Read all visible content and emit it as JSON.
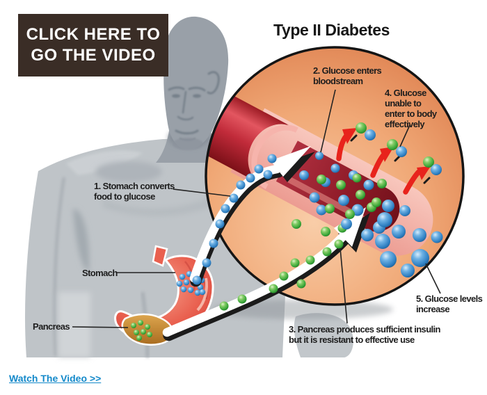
{
  "cta_button": {
    "lines": [
      "CLICK HERE TO",
      "GO THE VIDEO"
    ]
  },
  "diagram": {
    "title": "Type II Diabetes",
    "annotations": {
      "a1": {
        "lines": [
          "1. Stomach converts",
          "food to glucose"
        ]
      },
      "a2": {
        "lines": [
          "2. Glucose enters",
          "bloodstream"
        ]
      },
      "a3": {
        "lines": [
          "3. Pancreas produces sufficient insulin",
          "but it is resistant to effective use"
        ]
      },
      "a4": {
        "lines": [
          "4. Glucose",
          "unable to",
          "enter to body",
          "effectively"
        ]
      },
      "a5": {
        "lines": [
          "5. Glucose levels",
          "increase"
        ]
      }
    },
    "organ_labels": {
      "stomach": "Stomach",
      "pancreas": "Pancreas"
    }
  },
  "footer": {
    "watch_link": "Watch The Video >>"
  },
  "colors": {
    "cta_bg": "#3a2d26",
    "cta_text": "#ffffff",
    "link_blue": "#1389ca",
    "circle_border": "#151515",
    "circle_orange_light": "#f9cda8",
    "circle_orange_dark": "#dd7f4e",
    "vessel_red_bright": "#e35660",
    "vessel_red_dark": "#7c1018",
    "vessel_rim_pink": "#f4b0a6",
    "vessel_lumen_red": "#8e1b28",
    "glucose_blue": "#2f80c3",
    "insulin_green": "#37a437",
    "arrow_red": "#e8231c",
    "silhouette_body": "#bfc4c8",
    "silhouette_head": "#99a0a8",
    "label_text": "#1d1d1d"
  }
}
